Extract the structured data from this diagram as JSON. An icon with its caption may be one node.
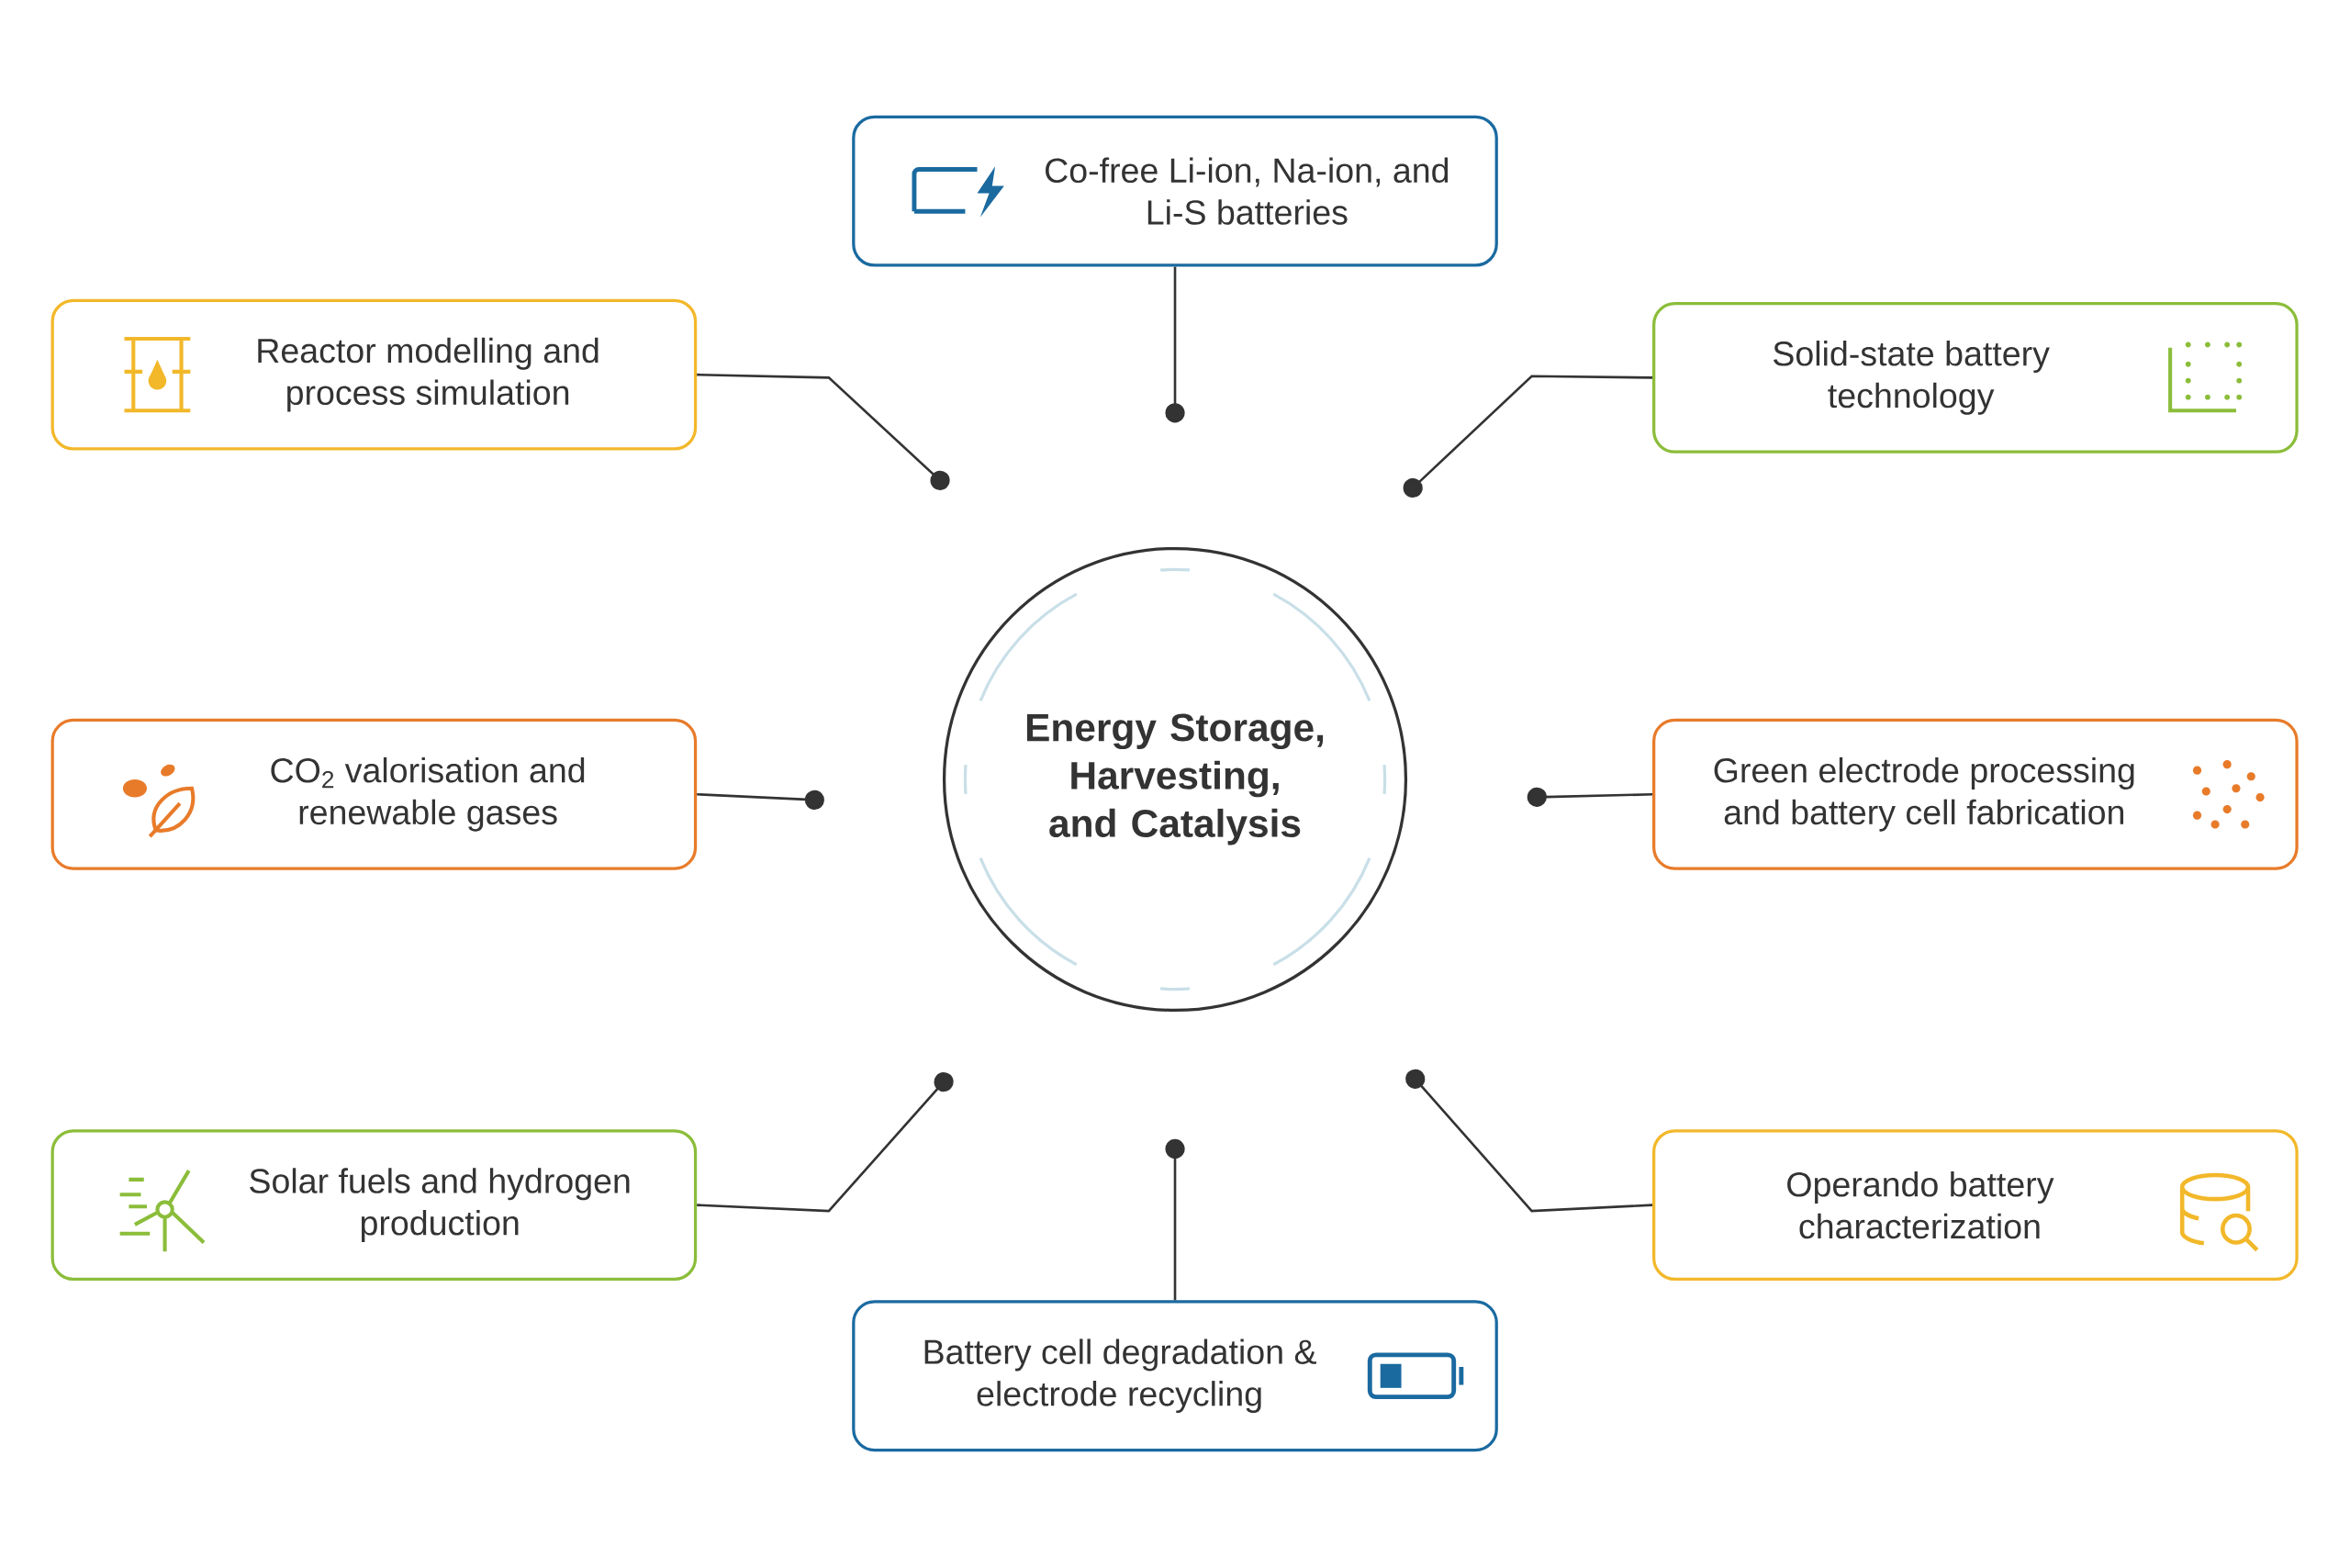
{
  "diagram": {
    "nodes": [
      {
        "text": [
          "Energy Storage, Harvesting, and Catalysis"
        ]
      },
      {
        "text": [
          "Co-free Li-ion, Na-ion, and Li-S batteries"
        ]
      },
      {
        "text": [
          "Reactor modelling and process simulation"
        ]
      },
      {
        "text": [
          "Solid-state battery technology"
        ]
      },
      {
        "text": [
          "CO$_{2}$ valorisation and renewable gases"
        ]
      },
      {
        "text": [
          "Green electrode processing and battery cell fabrication"
        ]
      },
      {
        "text": [
          "Solar fuels and hydrogen production"
        ]
      },
      {
        "text": [
          "Operando battery characterization"
        ]
      },
      {
        "text": [
          "Battery cell degradation & electrode recycling"
        ]
      }
    ],
    "edges": [
      {
        "from": 1,
        "to": null,
        "arrow": "other"
      },
      {
        "from": 2,
        "to": null,
        "arrow": "other"
      },
      {
        "from": 3,
        "to": null,
        "arrow": "other"
      },
      {
        "from": 4,
        "to": null,
        "arrow": "other"
      },
      {
        "from": 5,
        "to": null,
        "arrow": "other"
      },
      {
        "from": 6,
        "to": null,
        "arrow": "other"
      },
      {
        "from": 7,
        "to": null,
        "arrow": "other"
      },
      {
        "from": 8,
        "to": null,
        "arrow": "other"
      }
    ]
  }
}
